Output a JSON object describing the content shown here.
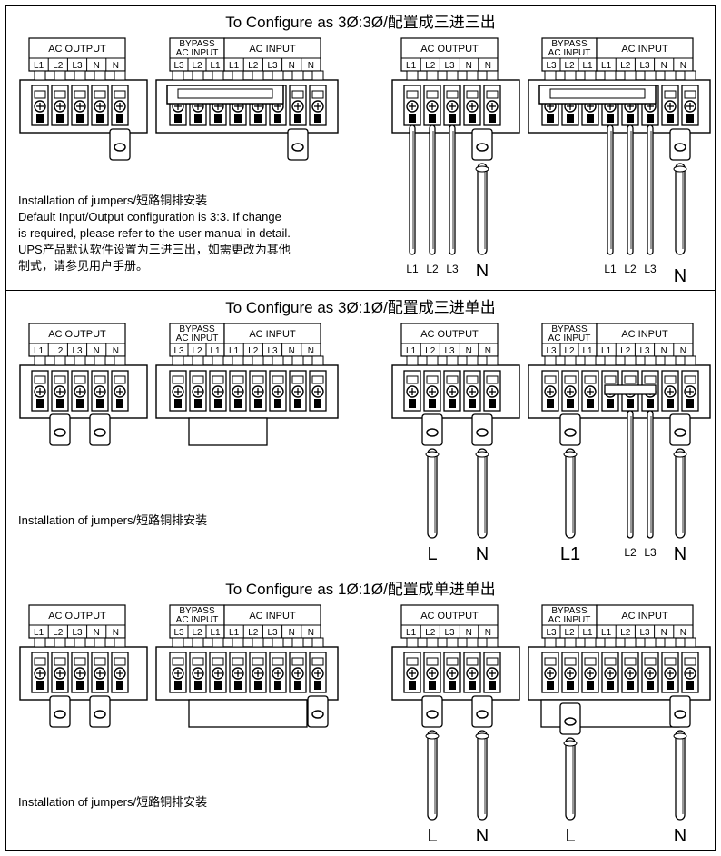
{
  "sections": [
    {
      "title": "To Configure as 3Ø:3Ø/配置成三进三出",
      "note_lines": [
        "Installation of jumpers/短路铜排安装",
        "Default Input/Output configuration is 3:3.  If change",
        "is required, please refer to the user manual in detail.",
        "UPS产品默认软件设置为三进三出，如需更改为其他",
        "制式，请参见用户手册。"
      ],
      "right_cable_labels": [
        "L1",
        "L2",
        "L3",
        "N",
        "L1",
        "L2",
        "L3",
        "N"
      ]
    },
    {
      "title": "To Configure as 3Ø:1Ø/配置成三进单出",
      "note_lines": [
        "Installation of jumpers/短路铜排安装"
      ],
      "right_cable_labels": [
        "L",
        "N",
        "L1",
        "L2",
        "L3",
        "N"
      ]
    },
    {
      "title": "To Configure as 1Ø:1Ø/配置成单进单出",
      "note_lines": [
        "Installation of jumpers/短路铜排安装"
      ],
      "right_cable_labels": [
        "L",
        "N",
        "L",
        "N"
      ]
    }
  ],
  "terminal_block": {
    "ac_output_label": "AC OUTPUT",
    "bypass_label_line1": "BYPASS",
    "bypass_label_line2": "AC INPUT",
    "ac_input_label": "AC INPUT",
    "ac_output_terminals": [
      "L1",
      "L2",
      "L3",
      "N",
      "N"
    ],
    "bypass_terminals": [
      "L3",
      "L2",
      "L1"
    ],
    "ac_input_terminals": [
      "L1",
      "L2",
      "L3",
      "N",
      "N"
    ]
  }
}
